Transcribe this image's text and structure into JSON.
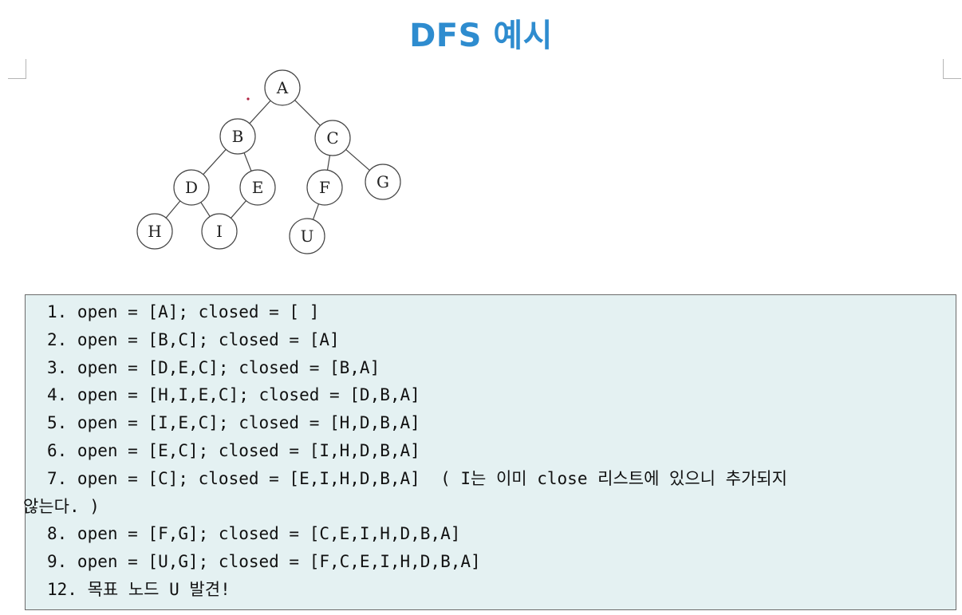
{
  "title": "DFS 예시",
  "tree": {
    "nodes": [
      {
        "id": "A",
        "label": "A"
      },
      {
        "id": "B",
        "label": "B"
      },
      {
        "id": "C",
        "label": "C"
      },
      {
        "id": "D",
        "label": "D"
      },
      {
        "id": "E",
        "label": "E"
      },
      {
        "id": "F",
        "label": "F"
      },
      {
        "id": "G",
        "label": "G"
      },
      {
        "id": "H",
        "label": "H"
      },
      {
        "id": "I",
        "label": "I"
      },
      {
        "id": "U",
        "label": "U"
      }
    ],
    "edges": [
      [
        "A",
        "B"
      ],
      [
        "A",
        "C"
      ],
      [
        "B",
        "D"
      ],
      [
        "B",
        "E"
      ],
      [
        "C",
        "F"
      ],
      [
        "C",
        "G"
      ],
      [
        "D",
        "H"
      ],
      [
        "D",
        "I"
      ],
      [
        "E",
        "I"
      ],
      [
        "F",
        "U"
      ]
    ]
  },
  "steps": [
    "1. open = [A]; closed = [ ]",
    "2. open = [B,C]; closed = [A]",
    "3. open = [D,E,C]; closed = [B,A]",
    "4. open = [H,I,E,C]; closed = [D,B,A]",
    "5. open = [I,E,C]; closed = [H,D,B,A]",
    "6. open = [E,C]; closed = [I,H,D,B,A]",
    "7. open = [C]; closed = [E,I,H,D,B,A]  ( I는 이미 close 리스트에 있으니 추가되지",
    "않는다. )",
    "8. open = [F,G]; closed = [C,E,I,H,D,B,A]",
    "9. open = [U,G]; closed = [F,C,E,I,H,D,B,A]",
    "12. 목표 노드 U 발견!"
  ]
}
